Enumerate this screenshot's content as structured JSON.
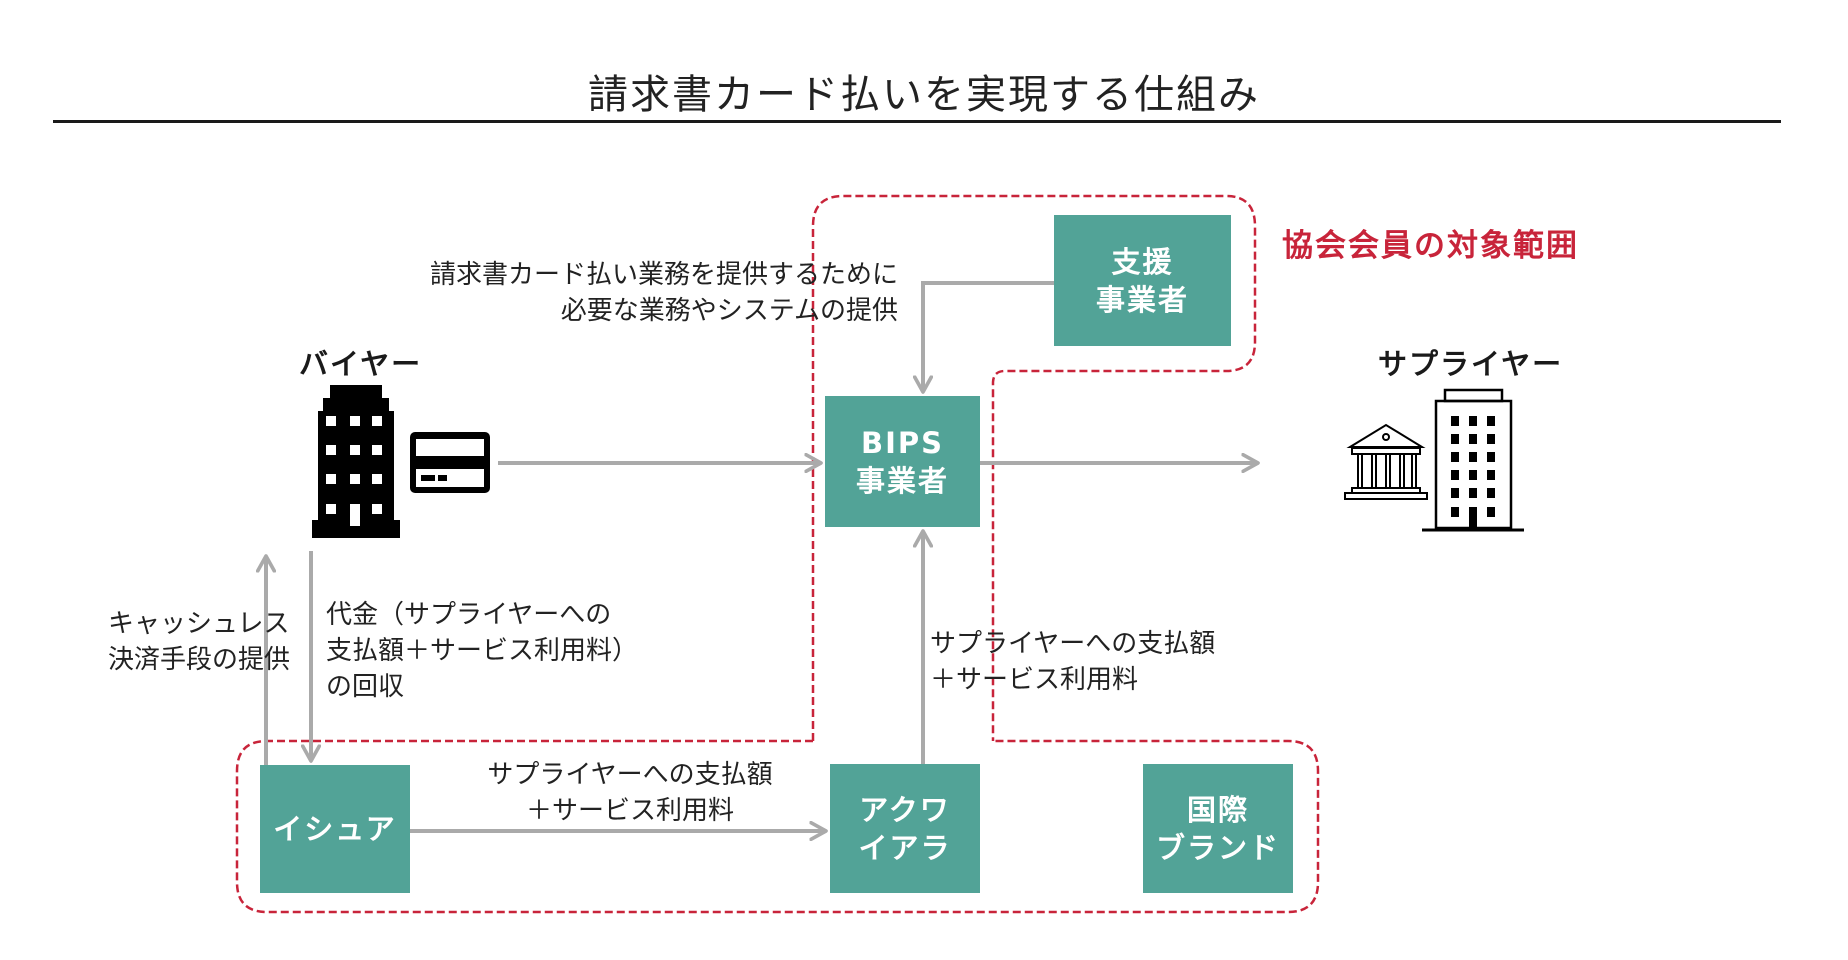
{
  "title": "請求書カード払いを実現する仕組み",
  "colors": {
    "box_fill": "#52A397",
    "arrow": "#AAAAAA",
    "scope_border": "#C8243A",
    "scope_label": "#C8243A",
    "text": "#222222"
  },
  "scope": {
    "label": "協会会員の対象範囲"
  },
  "actors": {
    "buyer": {
      "label": "バイヤー",
      "icons": [
        "office-building-icon",
        "credit-card-icon"
      ]
    },
    "supplier": {
      "label": "サプライヤー",
      "icons": [
        "bank-icon",
        "office-building-outline-icon"
      ]
    }
  },
  "boxes": {
    "support": {
      "lines": [
        "支援",
        "事業者"
      ]
    },
    "bips": {
      "lines": [
        "BIPS",
        "事業者"
      ]
    },
    "issuer": {
      "lines": [
        "イシュア"
      ]
    },
    "acquirer": {
      "lines": [
        "アクワ",
        "イアラ"
      ]
    },
    "brand": {
      "lines": [
        "国際",
        "ブランド"
      ]
    }
  },
  "annotations": {
    "support_service": [
      "請求書カード払い業務を提供するために",
      "必要な業務やシステムの提供"
    ],
    "cashless": [
      "キャッシュレス",
      "決済手段の提供"
    ],
    "collection": [
      "代金（サプライヤーへの",
      "支払額＋サービス利用料）",
      "の回収"
    ],
    "issuer_to_acquirer": [
      "サプライヤーへの支払額",
      "＋サービス利用料"
    ],
    "acquirer_to_bips": [
      "サプライヤーへの支払額",
      "＋サービス利用料"
    ]
  },
  "flows": [
    {
      "from": "support",
      "to": "bips"
    },
    {
      "from": "buyer",
      "to": "bips"
    },
    {
      "from": "bips",
      "to": "supplier"
    },
    {
      "from": "issuer",
      "to": "buyer"
    },
    {
      "from": "buyer",
      "to": "issuer"
    },
    {
      "from": "issuer",
      "to": "acquirer"
    },
    {
      "from": "acquirer",
      "to": "bips"
    }
  ]
}
